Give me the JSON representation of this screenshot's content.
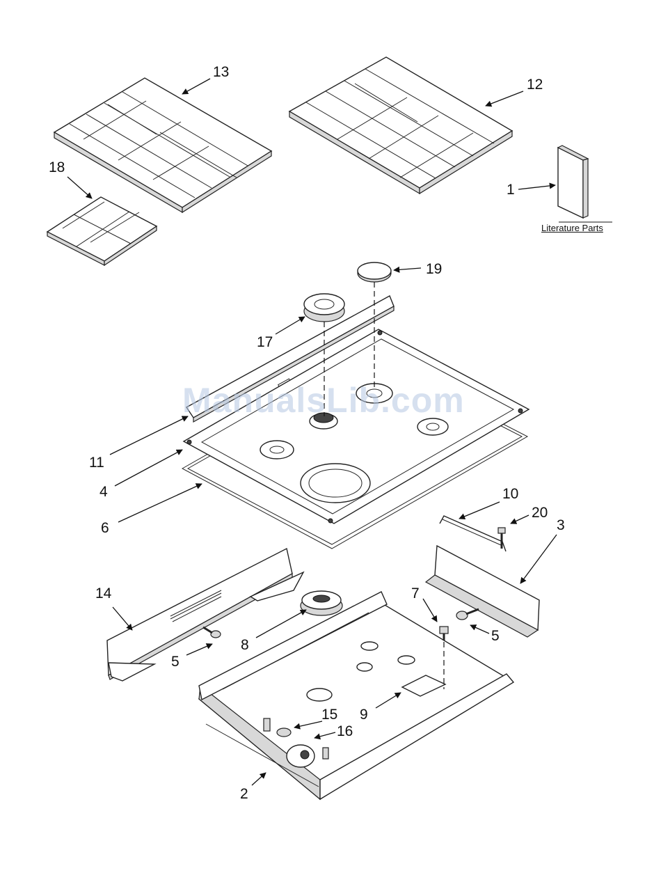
{
  "callouts": {
    "c1": "1",
    "c2": "2",
    "c3": "3",
    "c4": "4",
    "c5a": "5",
    "c5b": "5",
    "c5c": "5",
    "c6": "6",
    "c7": "7",
    "c8": "8",
    "c9": "9",
    "c10": "10",
    "c11": "11",
    "c12": "12",
    "c13": "13",
    "c14": "14",
    "c15": "15",
    "c16": "16",
    "c17": "17",
    "c18": "18",
    "c19": "19",
    "c20": "20"
  },
  "literature_label": "Literature Parts",
  "watermark": "ManualsLib.com"
}
